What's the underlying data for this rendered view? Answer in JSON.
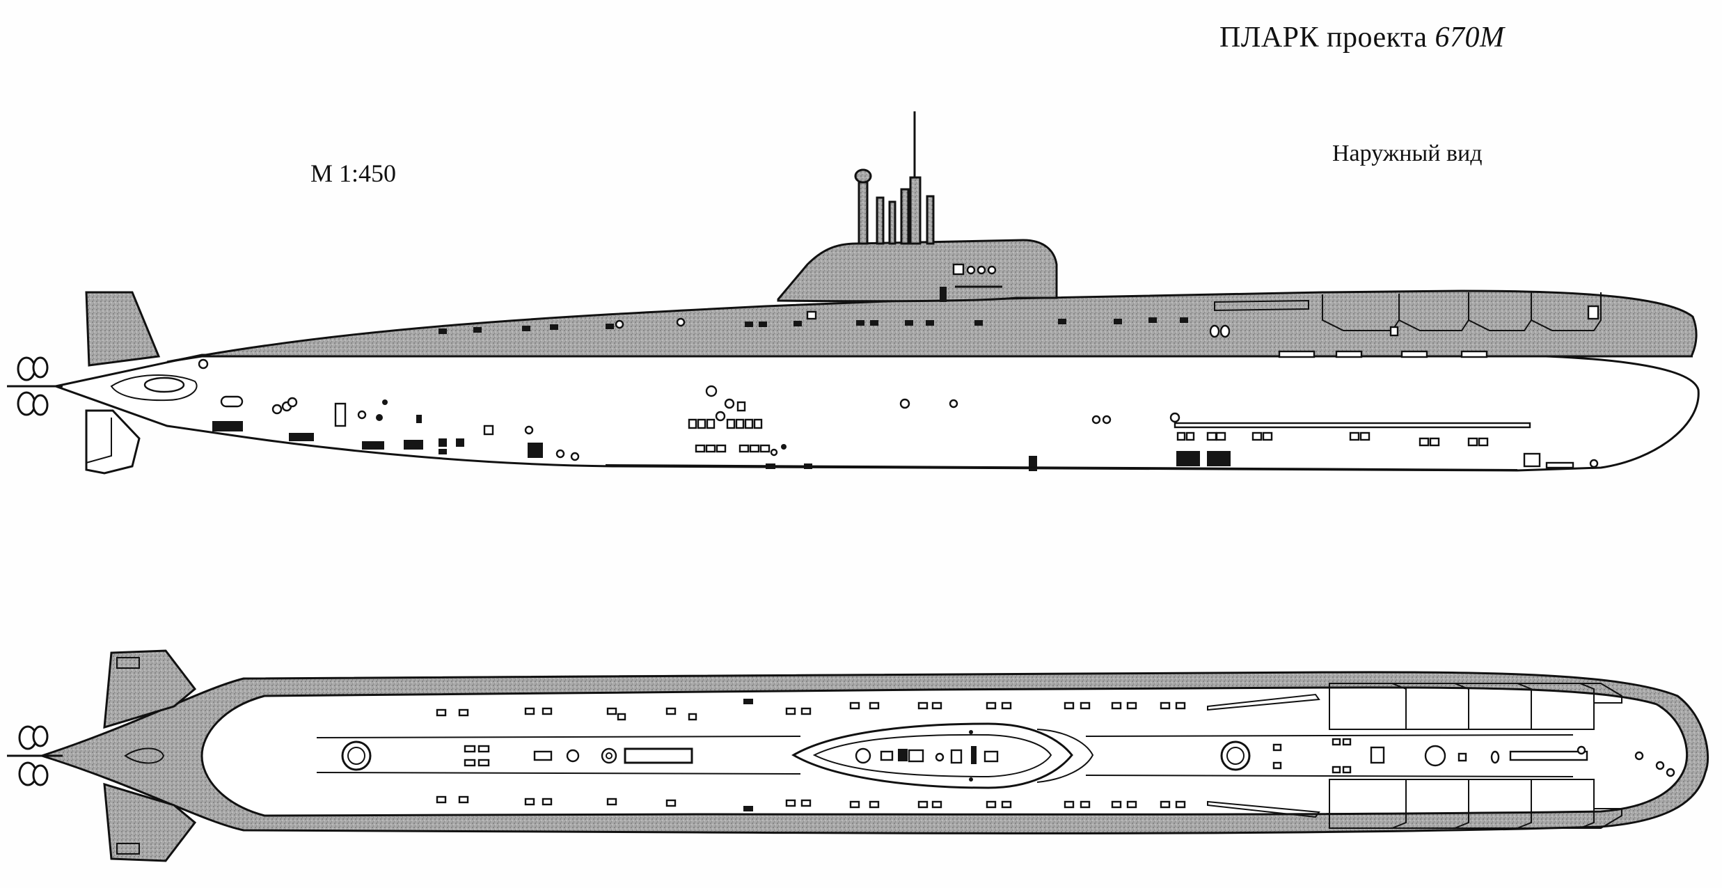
{
  "title": {
    "prefix": "ПЛАРК проекта ",
    "model": "670М"
  },
  "scale_label": "М 1:450",
  "view_label": "Наружный вид",
  "colors": {
    "ink": "#111111",
    "hull_shade": "#a8a8a8",
    "paper": "#ffffff"
  },
  "drawings": {
    "side_view": "side-profile",
    "top_view": "plan-view"
  }
}
